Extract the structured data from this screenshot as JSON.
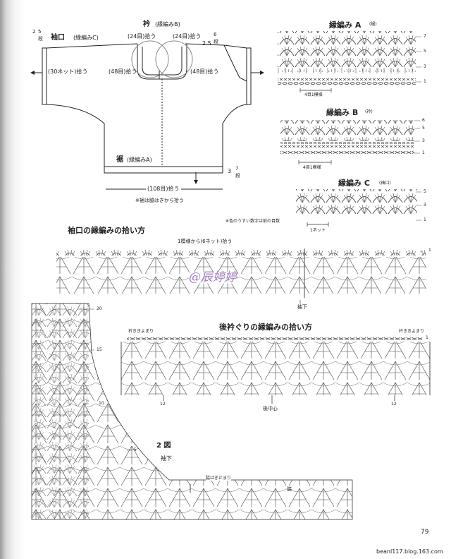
{
  "garment": {
    "sleeve_title": "袖口",
    "sleeve_edging": "(縁編みC)",
    "sleeve_rows": [
      "2",
      "5",
      "段"
    ],
    "sleeve_pickup": "(30ネット)拾う",
    "collar_title": "衿",
    "collar_edging": "(縁編みB)",
    "collar_pickup_left": "(24目)拾う",
    "collar_pickup_right": "(24目)拾う",
    "collar_side_left": "(48目)拾う",
    "collar_side_right": "(48目)拾う",
    "collar_rows": [
      "6",
      "段"
    ],
    "collar_width": "2.5",
    "hem_title": "裾",
    "hem_edging": "(縁編みA)",
    "hem_rows_prefix": "3",
    "hem_rows": [
      "7",
      "段"
    ],
    "hem_pickup": "(108目)拾う",
    "note": "※裾は脇はぎから拾う"
  },
  "chart_a": {
    "title": "縁編み A",
    "subtitle": "(裾)",
    "row_numbers": [
      "7",
      "5",
      "3",
      "1"
    ],
    "repeat_label": "4目1模様"
  },
  "chart_b": {
    "title": "縁編み B",
    "subtitle": "(衿)",
    "row_numbers": [
      "6",
      "5",
      "3",
      "1"
    ],
    "repeat_label": "4目1模様"
  },
  "chart_c": {
    "title": "縁編み C",
    "subtitle": "(袖口)",
    "row_numbers": [
      "5",
      "3",
      "1"
    ],
    "repeat_label": "1ネット"
  },
  "note_color": "※色のうすい数字は前の目数",
  "sleeve_chart": {
    "title": "袖口の縁編みの拾い方",
    "pickup": "1模様から(6ネット)拾う",
    "row_number": "1",
    "under_arm": "袖下"
  },
  "watermark": "@辰婷婷",
  "back_neck": {
    "title": "後衿ぐりの縁編みの拾い方",
    "stop_left": "衿ききよまり",
    "stop_right": "衿ききよまり",
    "row_number": "1",
    "row_left": "12",
    "row_right": "12",
    "center": "後中心"
  },
  "fig2": {
    "rows": [
      "20",
      "15",
      "10",
      "5"
    ],
    "title": "2 図",
    "under_arm": "袖下",
    "stop": "脇はぎ止まり",
    "side": "脇"
  },
  "page_number": "79",
  "footer_credit": "beanl117.blog.163.com"
}
